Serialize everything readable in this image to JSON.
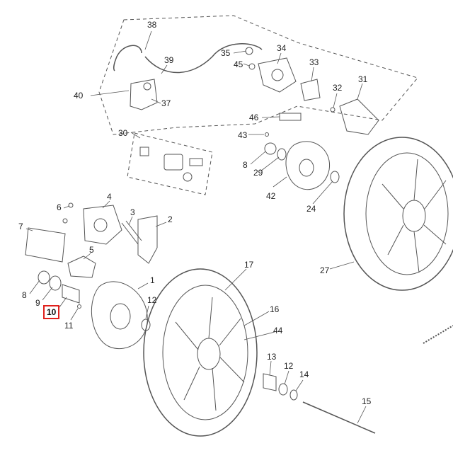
{
  "highlight_color": "#e0201c",
  "highlighted_part": "10",
  "callouts": [
    "38",
    "39",
    "40",
    "37",
    "35",
    "45",
    "34",
    "33",
    "31",
    "32",
    "46",
    "30",
    "43",
    "8",
    "29",
    "42",
    "24",
    "4",
    "6",
    "3",
    "2",
    "7",
    "5",
    "1",
    "8",
    "9",
    "10",
    "11",
    "12",
    "17",
    "16",
    "44",
    "27",
    "13",
    "12",
    "14",
    "15"
  ]
}
